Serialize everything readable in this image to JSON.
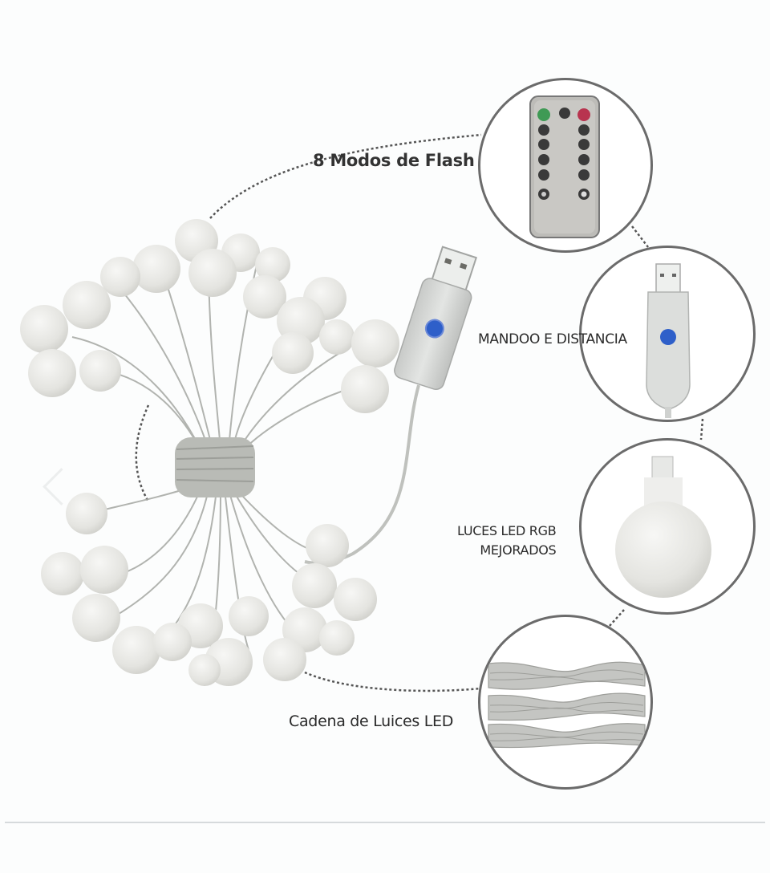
{
  "product_image": {
    "alt": "Cadena de luces LED con mando a distancia",
    "callouts": [
      {
        "id": "flash",
        "label": "8 Modos de Flash",
        "icon": "remote-control-icon"
      },
      {
        "id": "mando",
        "label": "MANDOO E DISTANCIA",
        "icon": "usb-controller-icon"
      },
      {
        "id": "leds",
        "label_line1": "LUCES LED RGB",
        "label_line2": "MEJORADOS",
        "icon": "led-bulb-icon"
      },
      {
        "id": "cadena",
        "label": "Cadena de Luices LED",
        "icon": "twisted-wire-icon"
      }
    ],
    "colors": {
      "remote_green": "#3f9a55",
      "remote_red": "#b8344f",
      "usb_button_blue": "#2e5fc9",
      "circle_border": "#6b6b6b",
      "bulb_fill": "#e8e8e4"
    }
  },
  "carousel": {
    "prev_icon": "chevron-left-icon",
    "next_icon": "chevron-right-icon"
  }
}
